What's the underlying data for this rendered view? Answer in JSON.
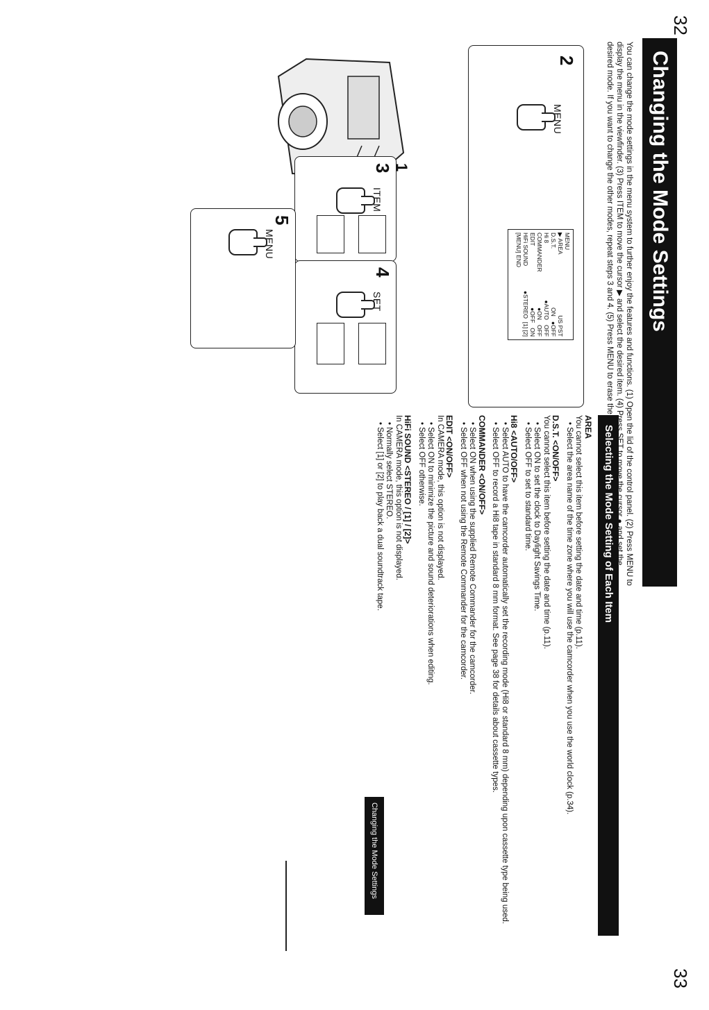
{
  "page_left_number": "32",
  "page_right_number": "33",
  "title": "Changing the Mode Settings",
  "intro": "You can change the mode settings in the menu system to further enjoy the features and functions. (1) Open the lid of the control panel. (2) Press MENU to display the menu in the viewfinder. (3) Press ITEM to move the cursor ▶ and select the desired item. (4) Press SET to move the cursor ● and set the desired mode. If you want to change the other modes, repeat steps 3 and 4. (5) Press MENU to erase the menu display.",
  "steps": {
    "step1": "1",
    "step2": "2",
    "step3": "3",
    "step4": "4",
    "step5": "5",
    "menu_label": "MENU",
    "item_label": "ITEM",
    "set_label": "SET",
    "menu5_label": "MENU"
  },
  "menu_screen": {
    "header": "MENU",
    "rows": [
      {
        "item": "▶ AREA",
        "value": "US PST"
      },
      {
        "item": "D.S.T.",
        "value": "ON   ●OFF"
      },
      {
        "item": "Hi 8",
        "value": "●AUTO   OFF"
      },
      {
        "item": "COMMANDER",
        "value": "●ON   OFF"
      },
      {
        "item": "EDIT",
        "value": "●OFF   ON"
      },
      {
        "item": "HiFi SOUND",
        "value": "●STEREO  [1] [2]"
      },
      {
        "item": "[MENU] END",
        "value": ""
      }
    ]
  },
  "right_header": "Selecting the Mode Setting of Each Item",
  "sections": [
    {
      "heading": "AREA",
      "text": "You cannot select this item before setting the date and time (p.11).",
      "bullets": [
        "Select the area name of the time zone where you will use the camcorder when you use the world clock (p.34)."
      ]
    },
    {
      "heading": "D.S.T. <ON/OFF>",
      "text": "You cannot select this item before setting the date and time (p.11).",
      "bullets": [
        "Select ON to set the clock to Daylight Savings Time.",
        "Select OFF to set to standard time."
      ]
    },
    {
      "heading": "Hi8 <AUTO/OFF>",
      "text": "",
      "bullets": [
        "Select AUTO to have the camcorder automatically set the recording mode (Hi8 or standard 8 mm) depending upon cassette type being used.",
        "Select OFF to record a Hi8 tape in standard 8 mm format. See page 38 for details about cassette types."
      ]
    },
    {
      "heading": "COMMANDER <ON/OFF>",
      "text": "",
      "bullets": [
        "Select ON when using the supplied Remote Commander for the camcorder.",
        "Select OFF when not using the Remote Commander for the camcorder."
      ]
    },
    {
      "heading": "EDIT <ON/OFF>",
      "text": "In CAMERA mode, this option is not displayed.",
      "bullets": [
        "Select ON to minimize the picture and sound deteriorations when editing.",
        "Select OFF otherwise."
      ]
    },
    {
      "heading": "HiFi SOUND <STEREO / [1] / [2]>",
      "text": "In CAMERA mode, this option is not displayed.",
      "bullets": [
        "Normally select STEREO.",
        "Select [1] or [2] to play back a dual soundtrack tape."
      ]
    }
  ],
  "footer_tab": "Changing the Mode Settings"
}
